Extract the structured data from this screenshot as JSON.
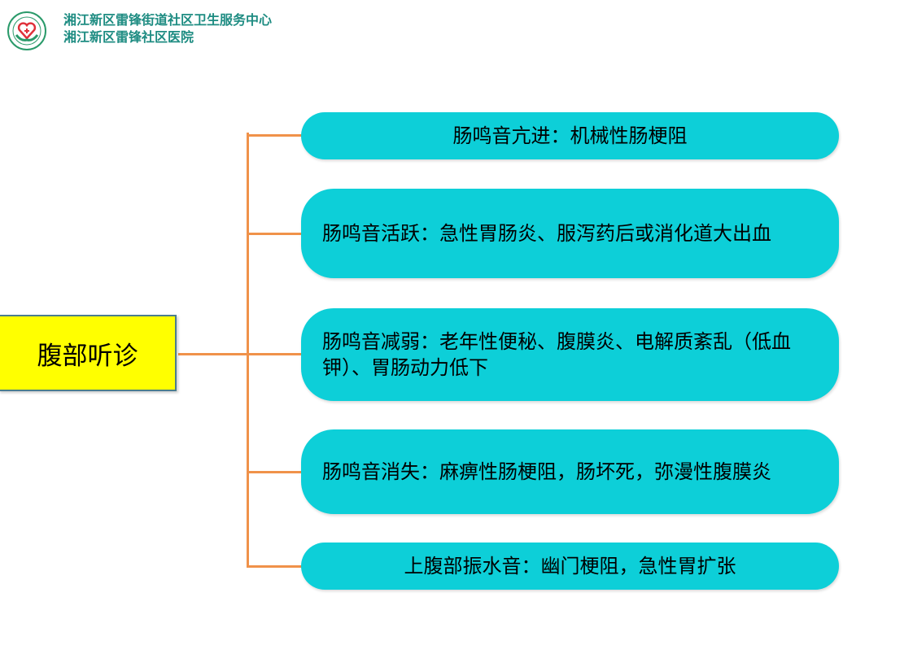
{
  "header": {
    "line1": "湘江新区雷锋街道社区卫生服务中心",
    "line2": "湘江新区雷锋社区医院"
  },
  "logo": {
    "icon": "heart-hands-emblem-icon"
  },
  "colors": {
    "pill": "#0dcfd8",
    "root": "#ffff00",
    "connector": "#f0924a",
    "header": "#1e8c82"
  },
  "root": {
    "label": "腹部听诊"
  },
  "items": [
    {
      "label": "肠鸣音亢进：机械性肠梗阻"
    },
    {
      "label": "肠鸣音活跃：急性胃肠炎、服泻药后或消化道大出血"
    },
    {
      "label": "肠鸣音减弱：老年性便秘、腹膜炎、电解质紊乱（低血钾）、胃肠动力低下"
    },
    {
      "label": "肠鸣音消失：麻痹性肠梗阻，肠坏死，弥漫性腹膜炎"
    },
    {
      "label": "上腹部振水音：幽门梗阻，急性胃扩张"
    }
  ]
}
